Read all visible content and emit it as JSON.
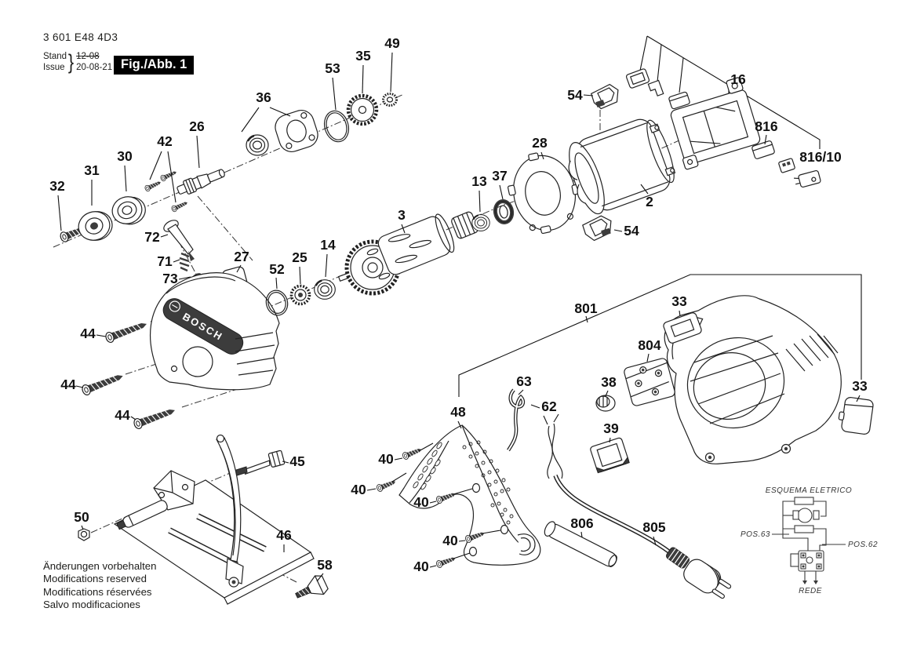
{
  "header": {
    "part_number": "3 601 E48 4D3",
    "stand_label": "Stand",
    "issue_label": "Issue",
    "stand_value": "12-08",
    "issue_value": "20-08-21",
    "figure_label": "Fig./Abb. 1"
  },
  "brand": {
    "name": "BOSCH"
  },
  "parts": {
    "p2": "2",
    "p3": "3",
    "p13": "13",
    "p14": "14",
    "p16": "16",
    "p25": "25",
    "p26": "26",
    "p27": "27",
    "p28": "28",
    "p30": "30",
    "p31": "31",
    "p32": "32",
    "p33": "33",
    "p35": "35",
    "p36": "36",
    "p37": "37",
    "p38": "38",
    "p39": "39",
    "p40": "40",
    "p42": "42",
    "p44": "44",
    "p45": "45",
    "p46": "46",
    "p48": "48",
    "p49": "49",
    "p50": "50",
    "p52": "52",
    "p53": "53",
    "p54": "54",
    "p58": "58",
    "p62": "62",
    "p63": "63",
    "p71": "71",
    "p72": "72",
    "p73": "73",
    "p801": "801",
    "p804": "804",
    "p805": "805",
    "p806": "806",
    "p816": "816",
    "p816_10": "816/10"
  },
  "schematic": {
    "title": "ESQUEMA ELETRICO",
    "pos63": "POS.63",
    "pos62": "POS.62",
    "rede": "REDE"
  },
  "footer": {
    "line1": "Änderungen vorbehalten",
    "line2": "Modifications reserved",
    "line3": "Modifications réservées",
    "line4": "Salvo modificaciones"
  },
  "colors": {
    "ink": "#1d1d1b",
    "paper": "#ffffff",
    "figure_box_bg": "#000000",
    "figure_box_text": "#ffffff",
    "shade": "#3c3c3c"
  }
}
